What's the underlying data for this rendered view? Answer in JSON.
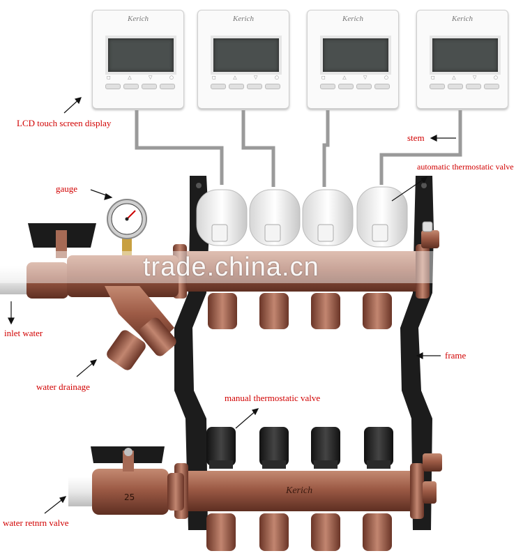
{
  "thermostats": [
    {
      "brand": "Kerich"
    },
    {
      "brand": "Kerich"
    },
    {
      "brand": "Kerich"
    },
    {
      "brand": "Kerich"
    }
  ],
  "labels": {
    "lcd": "LCD touch screen display",
    "stem": "stem",
    "automatic_valve": "automatic thermostatic valve",
    "gauge": "gauge",
    "inlet": "inlet water",
    "drainage": "water drainage",
    "frame": "frame",
    "manual_valve": "manual thermostatic valve",
    "return_valve": "water retnrn valve"
  },
  "watermark": "trade.china.cn",
  "bottom_bar_brand": "Kerich",
  "valve_size_mark": "25",
  "colors": {
    "label": "#d10000",
    "copper": "#9c5a45",
    "frame": "#1c1c1c",
    "actuator": "#eeeeee",
    "knob": "#1e1e1e"
  }
}
